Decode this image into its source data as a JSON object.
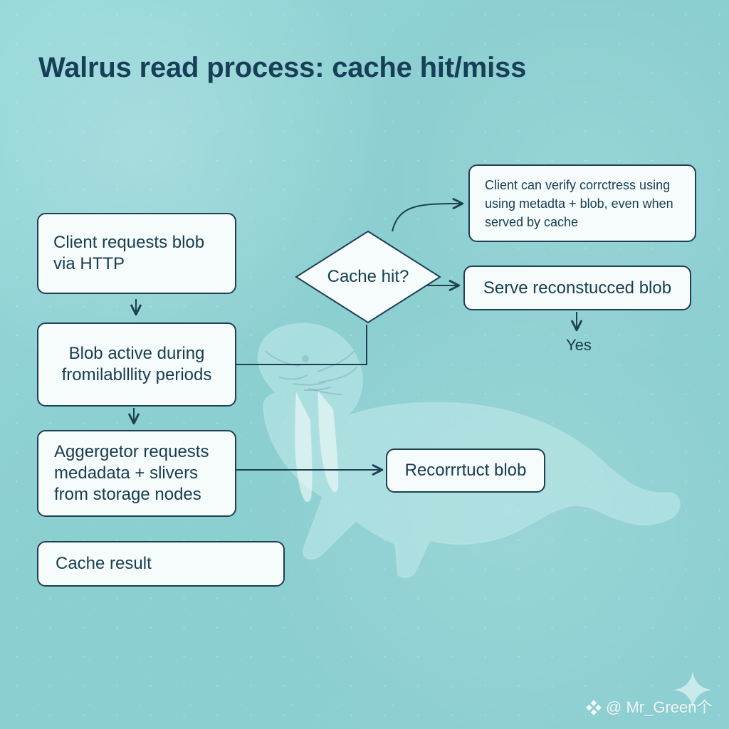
{
  "title": "Walrus read process: cache hit/miss",
  "colors": {
    "background": "#8fd0d3",
    "box_fill": "#f6fbfb",
    "stroke": "#1d4054",
    "text": "#173d4f",
    "watermark": "#dff4f4"
  },
  "icons": {
    "walrus": "walrus-silhouette",
    "logo": "platform-logo",
    "sparkle": "sparkle-icon"
  },
  "diagram": {
    "nodes": {
      "client_request": {
        "text": "Client requests blob\n   via HTTP"
      },
      "blob_active": {
        "text": "Blob active during\nfromilablllity periods"
      },
      "aggregator_request": {
        "text": "Aggergetor requests\nmedadata + slivers\nfrom storage nodes"
      },
      "cache_result": {
        "text": "Cache result"
      },
      "cache_hit": {
        "text": "Cache hit?"
      },
      "serve_blob": {
        "text": "Serve reconstucced blob"
      },
      "verify_note": {
        "text": "Client can verify corrctress using\nusing metadta + blob, even when\nserved by cache"
      },
      "reconstruct": {
        "text": "Recorrrtuct blob"
      }
    },
    "labels": {
      "yes": "Yes"
    }
  },
  "watermark": {
    "text": "@ Mr_Green个"
  }
}
